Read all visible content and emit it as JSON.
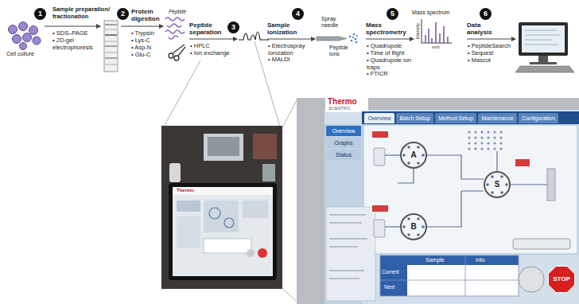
{
  "diagram": {
    "nodes": [
      {
        "text": [
          "1"
        ]
      },
      {
        "text": [
          "2"
        ]
      },
      {
        "text": [
          "3"
        ]
      },
      {
        "text": [
          "4"
        ]
      },
      {
        "text": [
          "5"
        ]
      },
      {
        "text": [
          "6"
        ]
      },
      {
        "text": [
          "Overview"
        ]
      },
      {
        "text": [
          "Graphs"
        ]
      },
      {
        "text": [
          "Status"
        ]
      },
      {
        "text": [
          "Overview"
        ]
      },
      {
        "text": [
          "Batch Setup"
        ]
      },
      {
        "text": [
          "Method Setup"
        ]
      },
      {
        "text": [
          "Maintenance"
        ]
      },
      {
        "text": [
          "Configuration"
        ]
      },
      {
        "text": [
          "A"
        ]
      },
      {
        "text": [
          "B"
        ]
      },
      {
        "text": [
          "S"
        ]
      },
      {
        "text": [
          "STOP"
        ]
      }
    ],
    "labels": [
      "Sample preparation/ fractionation",
      "• SDS–PAGE",
      "• 2D-gel electrophoresis",
      "Cell culture",
      "Protein digestion",
      "• Trypsin",
      "• Lys-C",
      "• Asp-N",
      "• Glu-C",
      "Peptide",
      "Peptide separation",
      "• HPLC",
      "• Ion exchange",
      "Sample ionization",
      "• Electrospray ionization",
      "• MALDI",
      "Spray needle",
      "Peptide ions",
      "Mass spectrometry",
      "• Quadrupole",
      "• Time of flight",
      "• Quadrupole ion traps",
      "• FTICR",
      "Mass spectrum",
      "Intensity",
      "m/z",
      "Data analysis",
      "• PeptideSearch",
      "• Sequest",
      "• Mascot",
      "Thermo",
      "Thermo",
      "SCIENTIFIC",
      "Sample",
      "Info",
      "Current",
      "Next"
    ]
  }
}
